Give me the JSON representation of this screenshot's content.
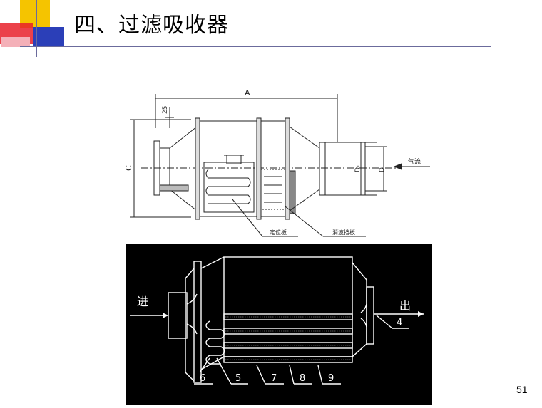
{
  "slide": {
    "title": "四、过滤吸收器",
    "page_number": "51"
  },
  "top_drawing": {
    "dimension_labels": {
      "a": "A",
      "c": "C",
      "d": "D",
      "d1": "D₁",
      "offset": "25"
    },
    "airflow_label": "气流",
    "callouts": {
      "positioning_plate": "定位板",
      "fixing_plate": "消波挡板"
    }
  },
  "bottom_drawing": {
    "inlet_label": "进",
    "outlet_label": "出",
    "part_numbers": [
      "6",
      "5",
      "7",
      "8",
      "9",
      "4"
    ]
  },
  "colors": {
    "deco_yellow": "#f5c400",
    "deco_red": "#e8202a",
    "deco_blue": "#2b3fb8",
    "rule": "#6b6b9c",
    "panel": "#000000",
    "panel_line": "#ffffff"
  }
}
